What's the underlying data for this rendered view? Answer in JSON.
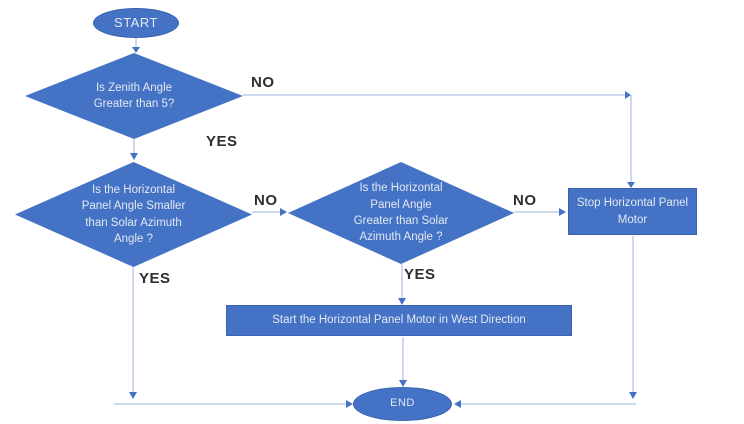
{
  "flowchart": {
    "nodes": {
      "start": {
        "label": "START"
      },
      "zenith": {
        "label": "Is Zenith Angle\nGreater than 5?"
      },
      "smaller": {
        "label": "Is the Horizontal\nPanel Angle Smaller\nthan Solar Azimuth\nAngle ?"
      },
      "greater": {
        "label": "Is the Horizontal\nPanel Angle\nGreater than Solar\nAzimuth Angle ?"
      },
      "stop_motor": {
        "label": "Stop Horizontal Panel\nMotor"
      },
      "start_west": {
        "label": "Start the Horizontal  Panel Motor in West Direction"
      },
      "end": {
        "label": "END"
      }
    },
    "edge_labels": {
      "zenith_no": "NO",
      "zenith_yes": "YES",
      "smaller_no": "NO",
      "smaller_yes": "YES",
      "greater_no": "NO",
      "greater_yes": "YES"
    },
    "colors": {
      "shape_fill": "#4472C4",
      "shape_border": "#3A62B0",
      "shape_text": "#E4E8F2",
      "connector": "#9FB6DE",
      "arrowhead": "#4472C4",
      "label_text": "#2E2E2E"
    }
  }
}
